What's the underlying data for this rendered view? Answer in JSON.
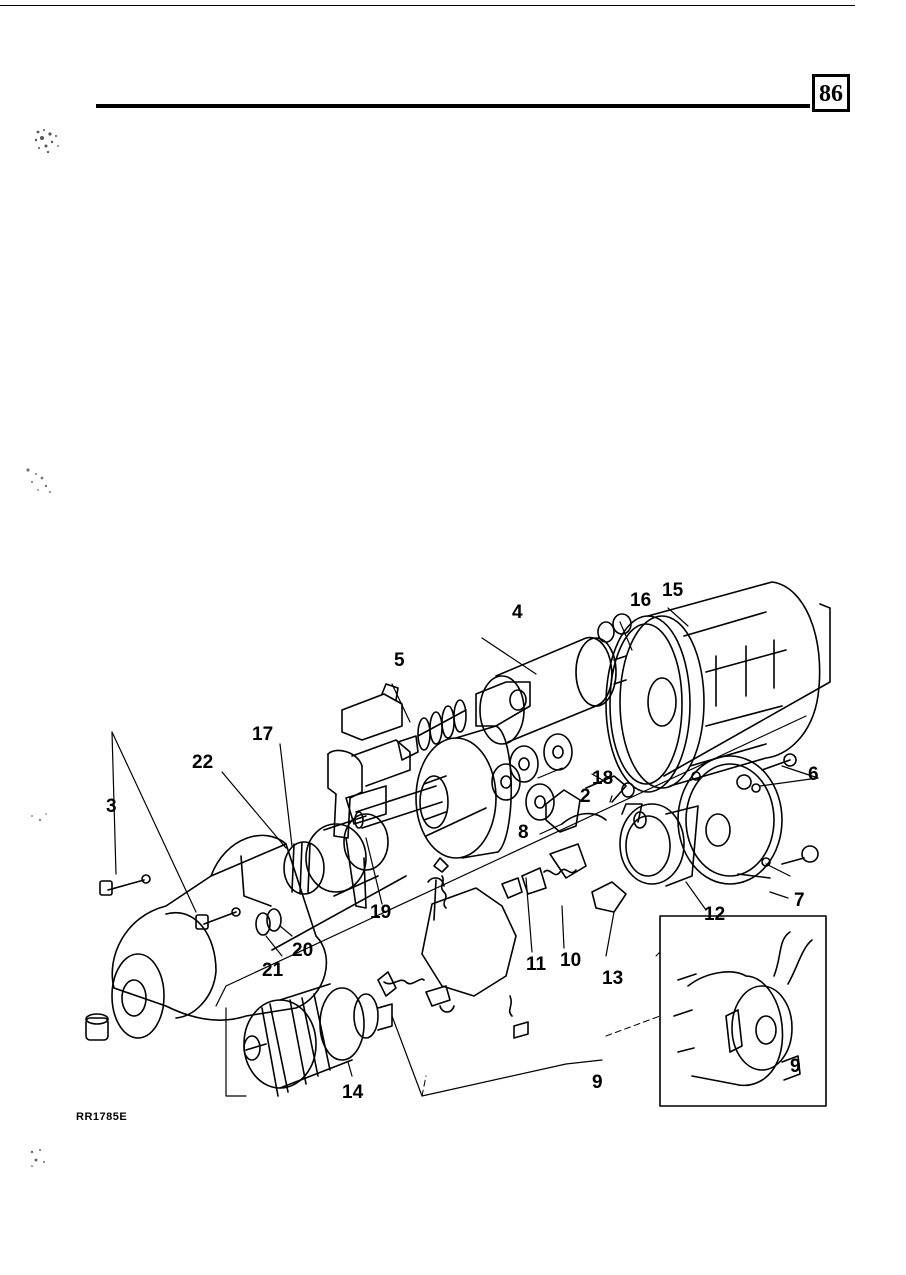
{
  "header": {
    "section_number": "86"
  },
  "figure": {
    "reference_code": "RR1785E",
    "callouts": [
      "2",
      "3",
      "4",
      "5",
      "6",
      "7",
      "8",
      "9",
      "9",
      "10",
      "11",
      "12",
      "13",
      "14",
      "15",
      "16",
      "17",
      "18",
      "19",
      "20",
      "21",
      "22"
    ]
  }
}
